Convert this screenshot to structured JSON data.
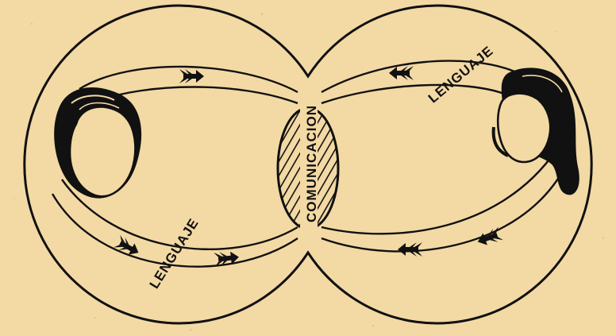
{
  "diagram": {
    "center_label": "COMUNICACION",
    "left_label": "LENGUAJE",
    "right_label": "LENGUAJE",
    "colors": {
      "paper": "#f3d9a4",
      "ink": "#111111"
    },
    "icons": {
      "left_head": "person-head-short-hair-icon",
      "right_head": "person-head-long-hair-icon",
      "arrows": "feathered-arrow-icon"
    }
  }
}
